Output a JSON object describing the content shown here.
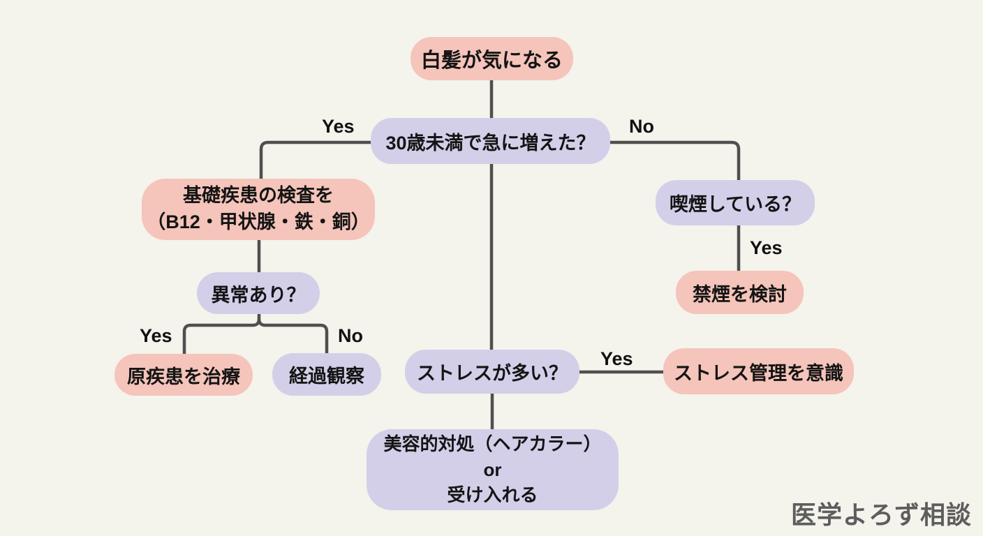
{
  "colors": {
    "background": "#f4f3ec",
    "pink_node": "#f5c4ba",
    "purple_node": "#d3cfe9",
    "connector": "#4f4f4f",
    "node_text": "#141414",
    "watermark_text": "#5d5d5d"
  },
  "nodes": {
    "start": {
      "label": "白髪が気になる"
    },
    "age_question": {
      "label": "30歳未満で急に増えた？"
    },
    "tests": {
      "line1": "基礎疾患の検査を",
      "line2": "（B12・甲状腺・鉄・銅）"
    },
    "abnormal_question": {
      "label": "異常あり？"
    },
    "treat": {
      "label": "原疾患を治療"
    },
    "observe": {
      "label": "経過観察"
    },
    "smoke_question": {
      "label": "喫煙している？"
    },
    "quit_smoking": {
      "label": "禁煙を検討"
    },
    "stress_question": {
      "label": "ストレスが多い？"
    },
    "stress_management": {
      "label": "ストレス管理を意識"
    },
    "cosmetic": {
      "line1": "美容的対処（ヘアカラー）",
      "line2": "or",
      "line3": "受け入れる"
    }
  },
  "edge_labels": {
    "age_yes": "Yes",
    "age_no": "No",
    "abnormal_yes": "Yes",
    "abnormal_no": "No",
    "smoke_yes": "Yes",
    "stress_yes": "Yes"
  },
  "watermark": "医学よろず相談"
}
